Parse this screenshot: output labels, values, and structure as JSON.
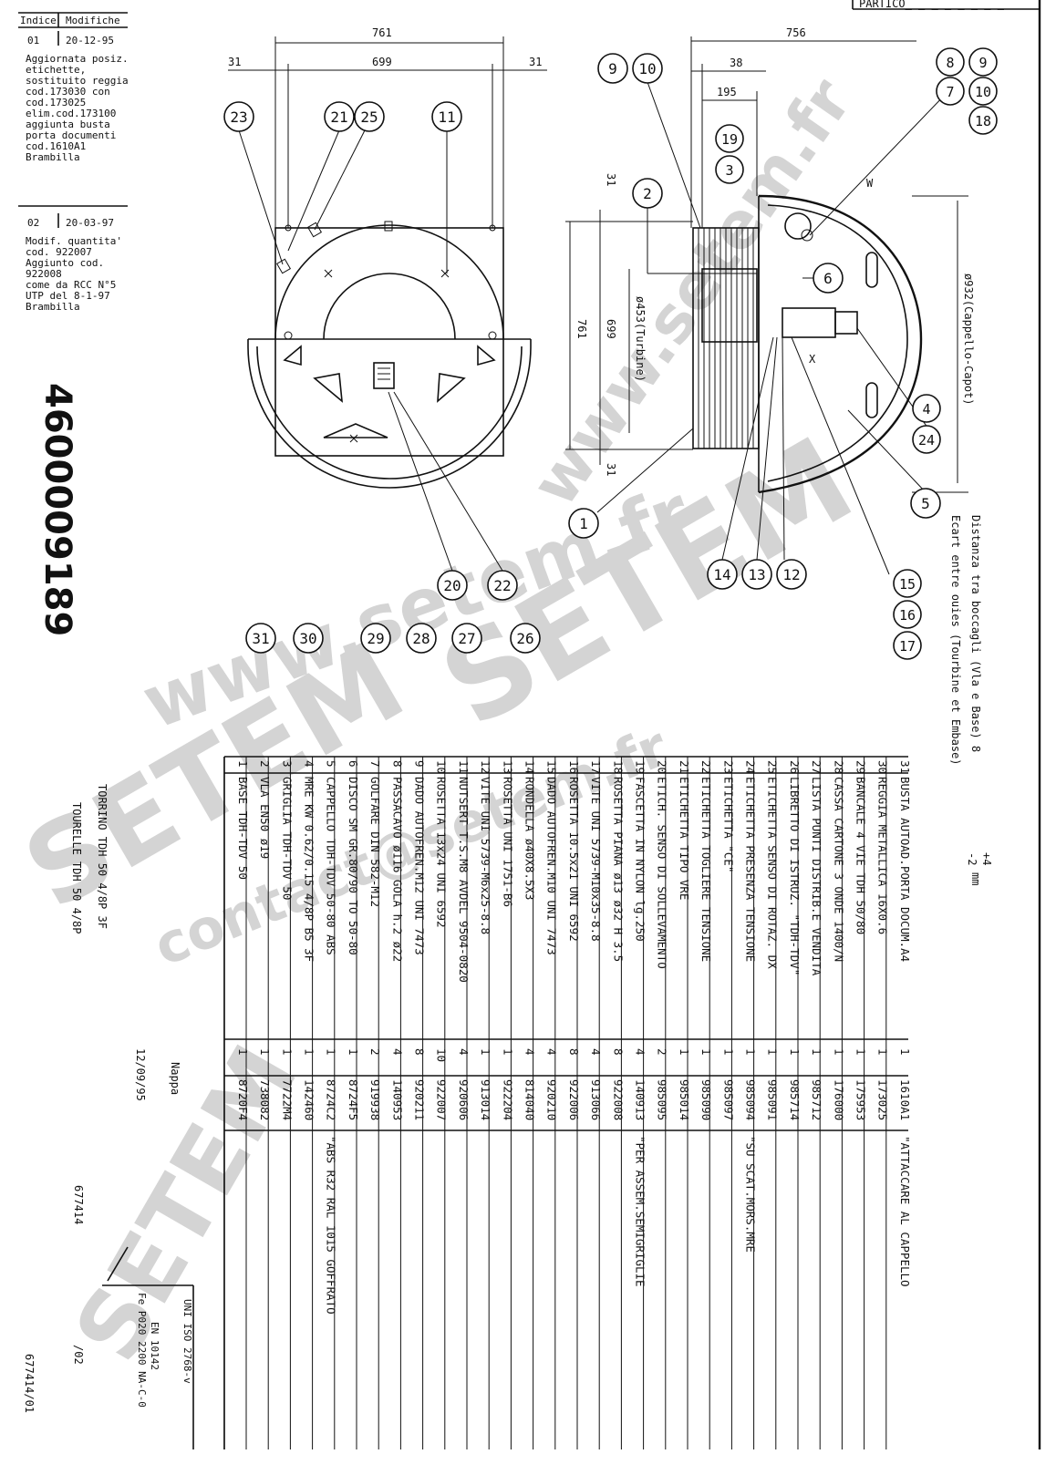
{
  "header": {
    "partico_label": "PARTICO_ _ _ _ _ _ _ _",
    "index_col": "Indice",
    "changes_col": "Modifiche"
  },
  "revisions": [
    {
      "index": "01",
      "date": "20-12-95",
      "lines": [
        "Aggiornata posiz.",
        "etichette,",
        "sostituito reggia",
        "cod.173030 con",
        "cod.173025",
        "elim.cod.173100",
        "aggiunta busta",
        "porta documenti",
        "cod.1610A1",
        "Brambilla"
      ]
    },
    {
      "index": "02",
      "date": "20-03-97",
      "lines": [
        "Modif. quantita'",
        "cod. 922007",
        "Aggiunto cod.",
        "922008",
        "come da RCC N°5",
        "UTP del 8-1-97",
        "Brambilla"
      ]
    }
  ],
  "drawing_code": "4600009189",
  "dimensions": {
    "top_total": "761",
    "top_inner": "699",
    "top_left": "31",
    "top_right": "31",
    "side_total": "756",
    "side_38": "38",
    "side_195": "195",
    "side_31": "31",
    "vert_761": "761",
    "vert_699": "699",
    "vert_31": "31",
    "turbine": "ø453(Turbine)",
    "cap": "ø932(Cappello-Capot)",
    "W": "W",
    "X": "X"
  },
  "spacing_note": {
    "line1": "Distanza tra boccagli (Vla e Base) 8",
    "sup": "+4",
    "sub": "-2",
    "unit": "mm",
    "line2": "Ecart entre ouies (Tourbine et Embase)"
  },
  "balloons": {
    "front": [
      "23",
      "21",
      "25",
      "11",
      "20",
      "22"
    ],
    "side": [
      "9",
      "10",
      "8",
      "7",
      "9",
      "10",
      "18",
      "19",
      "3",
      "2",
      "6",
      "4",
      "24",
      "5",
      "1",
      "14",
      "13",
      "12",
      "15",
      "16",
      "17"
    ],
    "unplaced": [
      "31",
      "30",
      "29",
      "28",
      "27",
      "26"
    ]
  },
  "bom": [
    {
      "pos": "31",
      "desc": "BUSTA AUTOAD.PORTA DOCUM.A4",
      "qty": "1",
      "code": "1610A1",
      "note": "\"ATTACCARE AL CAPPELLO"
    },
    {
      "pos": "30",
      "desc": "REGGIA METALLICA 16X0.6",
      "qty": "1",
      "code": "173025",
      "note": ""
    },
    {
      "pos": "29",
      "desc": "BANCALE 4 VIE TDH 50/80",
      "qty": "1",
      "code": "175953",
      "note": ""
    },
    {
      "pos": "28",
      "desc": "CASSA CARTONE 3 ONDE 1400/N",
      "qty": "1",
      "code": "176000",
      "note": ""
    },
    {
      "pos": "27",
      "desc": "LISTA PUNTI DISTRIB.E VENDITA",
      "qty": "1",
      "code": "985712",
      "note": ""
    },
    {
      "pos": "26",
      "desc": "LIBRETTO DI ISTRUZ. \"TDH-TDV\"",
      "qty": "1",
      "code": "985714",
      "note": ""
    },
    {
      "pos": "25",
      "desc": "ETICHETTA SENSO DI ROTAZ. DX",
      "qty": "1",
      "code": "985091",
      "note": ""
    },
    {
      "pos": "24",
      "desc": "ETICHETTA PRESENZA TENSIONE",
      "qty": "1",
      "code": "985094",
      "note": "\"SU SCAT.MORS.MRE"
    },
    {
      "pos": "23",
      "desc": "ETICHETTA \"CE\"",
      "qty": "1",
      "code": "985097",
      "note": ""
    },
    {
      "pos": "22",
      "desc": "ETICHETTA TOGLIERE TENSIONE",
      "qty": "1",
      "code": "985090",
      "note": ""
    },
    {
      "pos": "21",
      "desc": "ETICHETTA TIPO VRE",
      "qty": "1",
      "code": "985014",
      "note": ""
    },
    {
      "pos": "20",
      "desc": "ETICH. SENSO DI SOLLEVAMENTO",
      "qty": "2",
      "code": "985095",
      "note": ""
    },
    {
      "pos": "19",
      "desc": "FASCETTA IN NYLON lg.250",
      "qty": "4",
      "code": "140913",
      "note": "\"PER ASSEM.SEMIGRIGLIE"
    },
    {
      "pos": "18",
      "desc": "ROSETTA PIANA ø13 ø32 H 3.5",
      "qty": "8",
      "code": "922008",
      "note": ""
    },
    {
      "pos": "17",
      "desc": "VITE UNI 5739-M10x35-8.8",
      "qty": "4",
      "code": "913066",
      "note": ""
    },
    {
      "pos": "16",
      "desc": "ROSETTA 10.5x21 UNI 6592",
      "qty": "8",
      "code": "922006",
      "note": ""
    },
    {
      "pos": "15",
      "desc": "DADO AUTOFREN.M10 UNI 7473",
      "qty": "4",
      "code": "920210",
      "note": ""
    },
    {
      "pos": "14",
      "desc": "RONDELLA ø40X8.5X3",
      "qty": "4",
      "code": "814040",
      "note": ""
    },
    {
      "pos": "13",
      "desc": "ROSETTA UNI 1751-B6",
      "qty": "1",
      "code": "922204",
      "note": ""
    },
    {
      "pos": "12",
      "desc": "VITE UNI 5739-M6x25-8.8",
      "qty": "1",
      "code": "913014",
      "note": ""
    },
    {
      "pos": "11",
      "desc": "NUTSERT T.S.M8 AVDEL 9504-0820",
      "qty": "4",
      "code": "920606",
      "note": ""
    },
    {
      "pos": "10",
      "desc": "ROSETTA 13x24 UNI 6592",
      "qty": "10",
      "code": "922007",
      "note": ""
    },
    {
      "pos": "9",
      "desc": "DADO AUTOFREN.M12 UNI 7473",
      "qty": "8",
      "code": "920211",
      "note": ""
    },
    {
      "pos": "8",
      "desc": "PASSACAVO ø116 GOLA h.2 ø22",
      "qty": "4",
      "code": "140953",
      "note": ""
    },
    {
      "pos": "7",
      "desc": "GOLFARE DIN 582-M12",
      "qty": "2",
      "code": "919938",
      "note": ""
    },
    {
      "pos": "6",
      "desc": "DISCO SM GR.80/90 TO 50-80",
      "qty": "1",
      "code": "8724F5",
      "note": ""
    },
    {
      "pos": "5",
      "desc": "CAPPELLO TDH-TDV 50-80 ABS",
      "qty": "1",
      "code": "8724C2",
      "note": "\"ABS R32 RAL 1015 GOFFRATO"
    },
    {
      "pos": "4",
      "desc": "MRE KW 0.62/0.15 4/8P B5 3F",
      "qty": "1",
      "code": "142460",
      "note": ""
    },
    {
      "pos": "3",
      "desc": "GRIGLIA TDH-TDV 50",
      "qty": "1",
      "code": "7722M4",
      "note": ""
    },
    {
      "pos": "2",
      "desc": "VLA EN50 ø19",
      "qty": "1",
      "code": "738082",
      "note": ""
    },
    {
      "pos": "1",
      "desc": "BASE TDH-TDV 50",
      "qty": "1",
      "code": "8720F4",
      "note": ""
    }
  ],
  "title_block": {
    "title_it": "TORRINO TDH 50 4/8P 3F",
    "title_fr": "TOURELLE TDH 50 4/8P",
    "author": "Nappa",
    "date": "12/09/95",
    "drawing_no": "677414",
    "sheet": "/02",
    "std1": "UNI ISO 2768-v",
    "std2": "EN 10142",
    "std3": "Fe P020 2200 NA-C-0",
    "footer_ref": "677414/01"
  },
  "watermark": {
    "brand": "SETEM",
    "url": "www.setem.fr",
    "contact": "contact@setem.fr"
  }
}
